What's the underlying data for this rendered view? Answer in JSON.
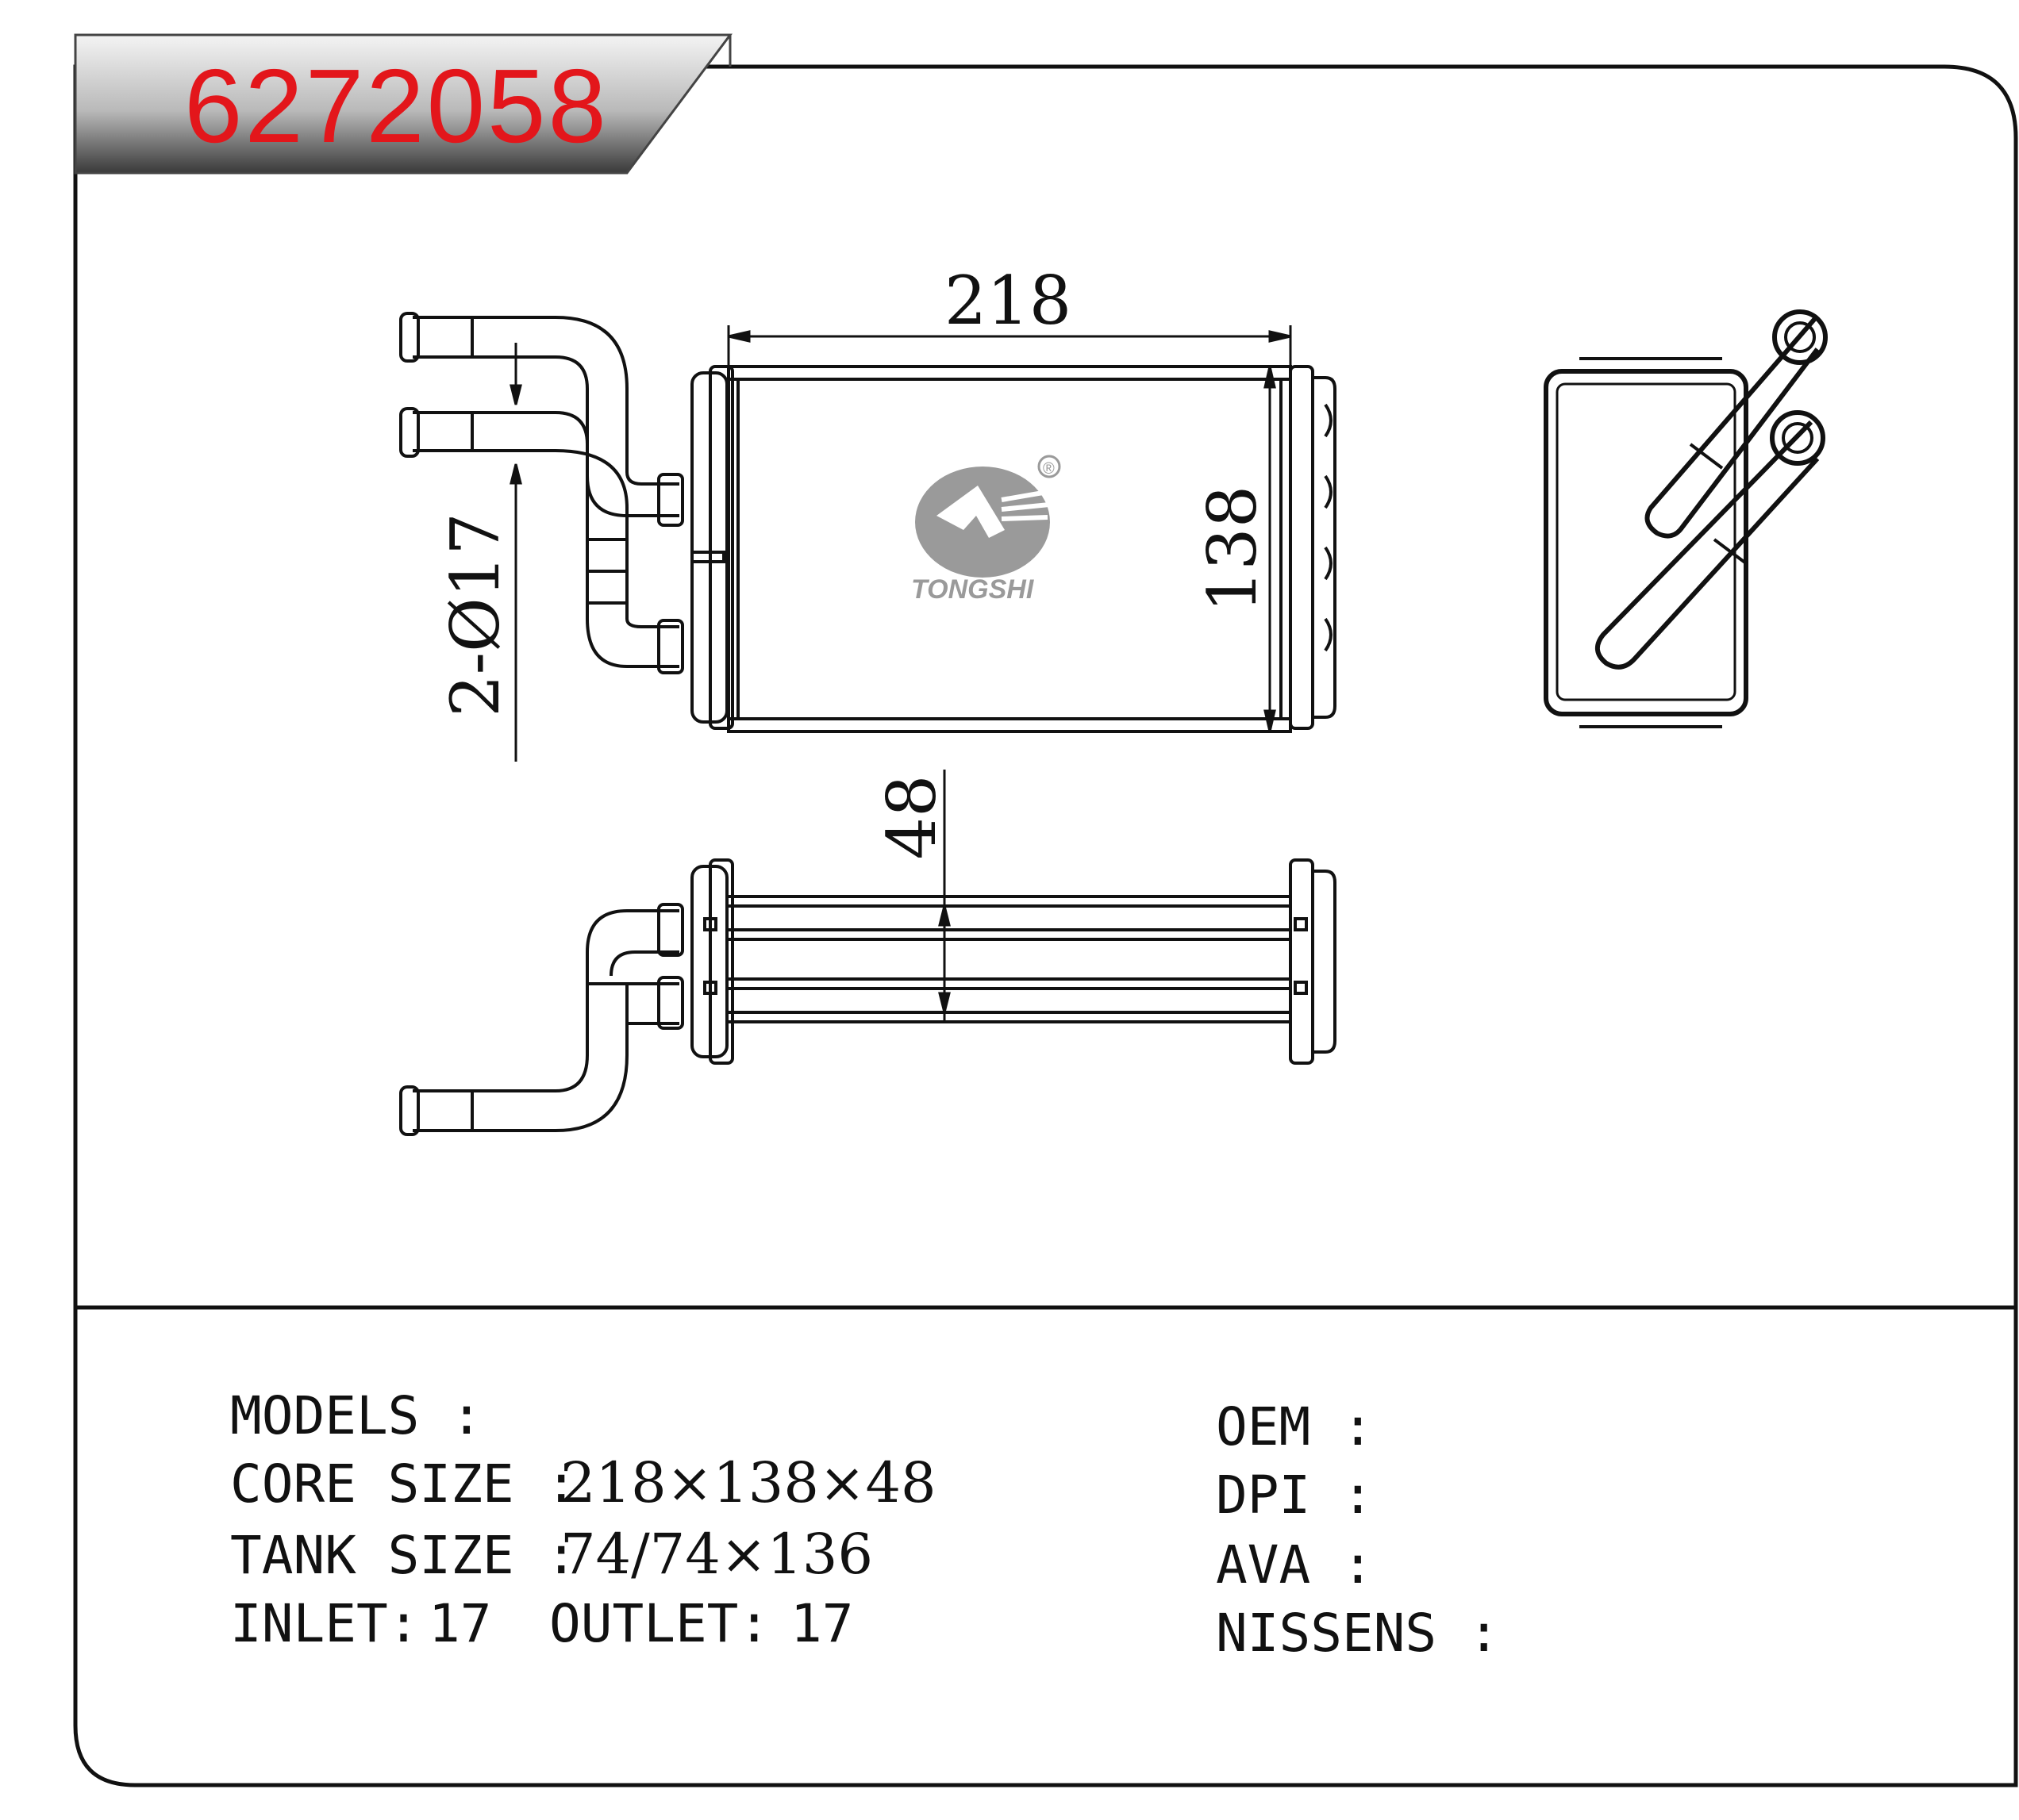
{
  "header": {
    "part_number": "6272058"
  },
  "brand": {
    "name": "TONGSHI",
    "registered_mark": "®",
    "color_brand": "#9a9a9a"
  },
  "dimensions": {
    "width": "218",
    "height": "138",
    "depth": "48",
    "pipes": "2-Ø17"
  },
  "specs": {
    "models_label": "MODELS :",
    "core_label": "CORE SIZE :",
    "core_value": "218×138×48",
    "tank_label": "TANK SIZE :",
    "tank_value": "74/74×136",
    "inlet_label": "INLET:",
    "inlet_value": "17",
    "outlet_label": "OUTLET:",
    "outlet_value": "17",
    "oem_label": "OEM :",
    "dpi_label": "DPI :",
    "ava_label": "AVA :",
    "nissens_label": "NISSENS :"
  },
  "colors": {
    "accent_red": "#e3161b",
    "line": "#111111"
  }
}
